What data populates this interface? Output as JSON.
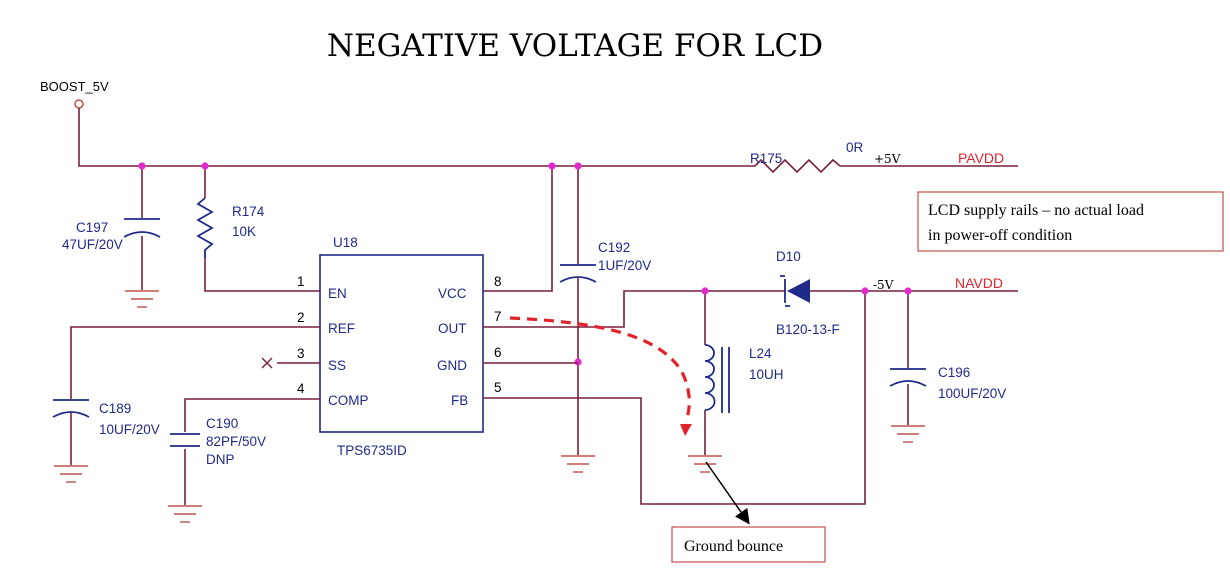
{
  "title": "NEGATIVE VOLTAGE FOR LCD",
  "nets": {
    "boost": "BOOST_5V",
    "pavdd": "PAVDD",
    "navdd": "NAVDD",
    "plus5v": "+5V",
    "minus5v": "-5V"
  },
  "ic": {
    "ref": "U18",
    "part": "TPS6735ID",
    "pins_left": [
      {
        "num": "1",
        "name": "EN"
      },
      {
        "num": "2",
        "name": "REF"
      },
      {
        "num": "3",
        "name": "SS"
      },
      {
        "num": "4",
        "name": "COMP"
      }
    ],
    "pins_right": [
      {
        "num": "8",
        "name": "VCC"
      },
      {
        "num": "7",
        "name": "OUT"
      },
      {
        "num": "6",
        "name": "GND"
      },
      {
        "num": "5",
        "name": "FB"
      }
    ]
  },
  "components": {
    "c197": {
      "ref": "C197",
      "value": "47UF/20V"
    },
    "r174": {
      "ref": "R174",
      "value": "10K"
    },
    "r175": {
      "ref": "R175",
      "value": "0R"
    },
    "c192": {
      "ref": "C192",
      "value": "1UF/20V"
    },
    "d10": {
      "ref": "D10",
      "value": "B120-13-F"
    },
    "l24": {
      "ref": "L24",
      "value": "10UH"
    },
    "c196": {
      "ref": "C196",
      "value": "100UF/20V"
    },
    "c189": {
      "ref": "C189",
      "value": "10UF/20V"
    },
    "c190": {
      "ref": "C190",
      "value": "82PF/50V",
      "note": "DNP"
    }
  },
  "annotations": {
    "supply_note_line1": "LCD supply rails – no actual load",
    "supply_note_line2": "in power-off condition",
    "ground_bounce": "Ground bounce"
  },
  "colors": {
    "wire": "#7a1f3d",
    "component": "#1f2a8a",
    "junction": "#e02ad0",
    "net_label": "#e0242b",
    "annotation_arrow": "#e0242b"
  }
}
